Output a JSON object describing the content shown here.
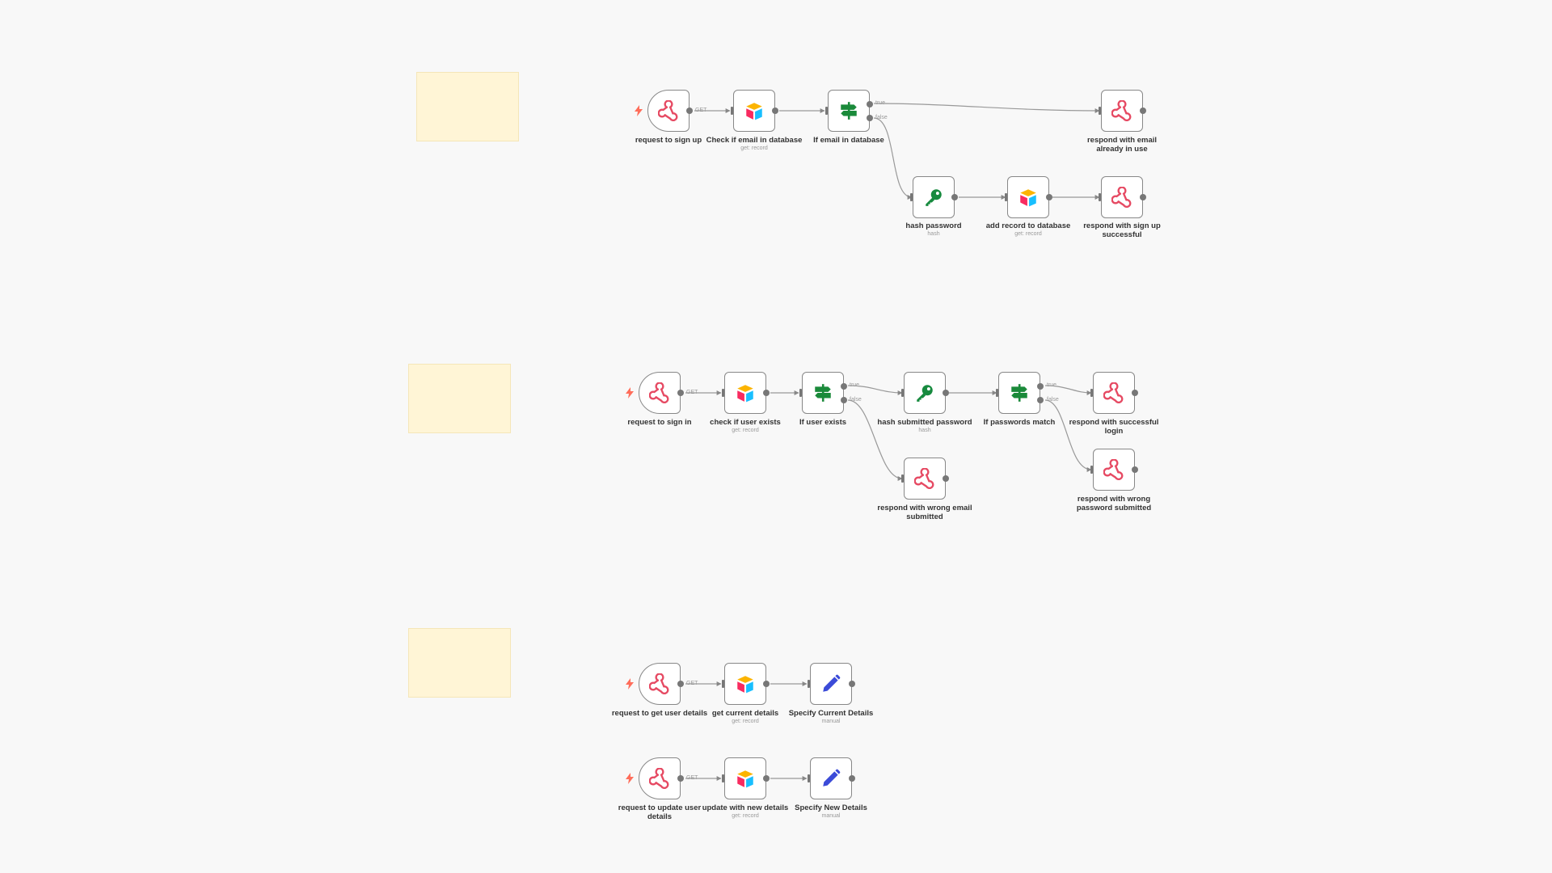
{
  "colors": {
    "sticky": "#fff5d6",
    "edge": "#999999",
    "webhook": "#e64a63",
    "airtable_yellow": "#fcb400",
    "airtable_blue": "#18bfff",
    "airtable_red": "#f82b60",
    "crypto": "#168a3e",
    "if": "#1a8a3a",
    "set": "#3b4bd8",
    "trigger_bolt": "#ff6d5a"
  },
  "workflows": {
    "signup": {
      "n1": {
        "label": "request to sign up",
        "icon": "webhook-icon"
      },
      "n2": {
        "label": "Check if email in database",
        "sub": "get: record",
        "icon": "airtable-icon"
      },
      "n3": {
        "label": "If email in database",
        "icon": "if-signpost-icon"
      },
      "n4": {
        "label": "respond with email already in use",
        "icon": "webhook-icon"
      },
      "n5": {
        "label": "hash password",
        "sub": "hash",
        "icon": "key-icon"
      },
      "n6": {
        "label": "add record to database",
        "sub": "get: record",
        "icon": "airtable-icon"
      },
      "n7": {
        "label": "respond with sign up successful",
        "icon": "webhook-icon"
      },
      "e1": "GET",
      "e_true": "true",
      "e_false": "false"
    },
    "signin": {
      "n1": {
        "label": "request to sign in",
        "icon": "webhook-icon"
      },
      "n2": {
        "label": "check if user exists",
        "sub": "get: record",
        "icon": "airtable-icon"
      },
      "n3": {
        "label": "If user exists",
        "icon": "if-signpost-icon"
      },
      "n4": {
        "label": "hash submitted password",
        "sub": "hash",
        "icon": "key-icon"
      },
      "n5": {
        "label": "If passwords match",
        "icon": "if-signpost-icon"
      },
      "n6": {
        "label": "respond with successful login",
        "icon": "webhook-icon"
      },
      "n7": {
        "label": "respond with wrong password submitted",
        "icon": "webhook-icon"
      },
      "n8": {
        "label": "respond with wrong email submitted",
        "icon": "webhook-icon"
      },
      "e1": "GET",
      "e_true": "true",
      "e_false": "false",
      "e2_true": "true",
      "e2_false": "false"
    },
    "details": {
      "n1": {
        "label": "request to get user details",
        "icon": "webhook-icon"
      },
      "n2": {
        "label": "get current details",
        "sub": "get: record",
        "icon": "airtable-icon"
      },
      "n3": {
        "label": "Specify Current Details",
        "sub": "manual",
        "icon": "pencil-icon"
      },
      "e1": "GET"
    },
    "update": {
      "n1": {
        "label": "request to update user details",
        "icon": "webhook-icon"
      },
      "n2": {
        "label": "update with new details",
        "sub": "get: record",
        "icon": "airtable-icon"
      },
      "n3": {
        "label": "Specify New Details",
        "sub": "manual",
        "icon": "pencil-icon"
      },
      "e1": "GET"
    }
  }
}
